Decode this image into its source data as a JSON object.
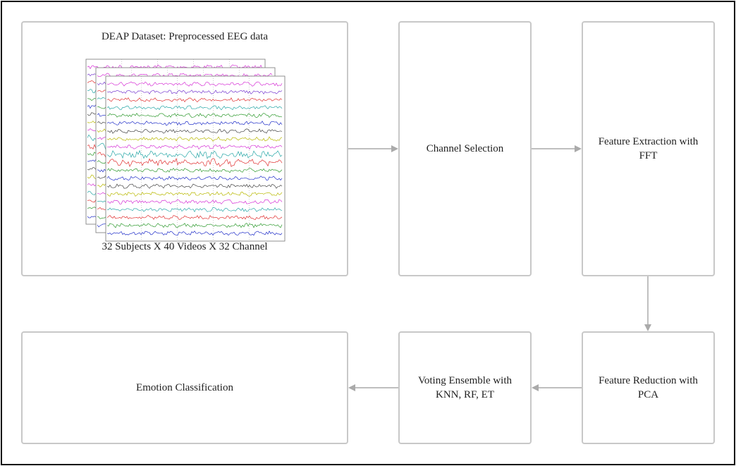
{
  "diagram": {
    "dataset": {
      "title": "DEAP Dataset: Preprocessed EEG data",
      "caption": "32 Subjects X 40 Videos X 32 Channel"
    },
    "channel_selection": "Channel Selection",
    "feature_extraction": "Feature Extraction with FFT",
    "feature_reduction": "Feature Reduction with PCA",
    "voting_ensemble": "Voting Ensemble with KNN, RF, ET",
    "emotion_classification": "Emotion Classification"
  },
  "eeg_trace_colors": [
    "#d633d6",
    "#7a3fd1",
    "#e03030",
    "#2aa8a8",
    "#2f9a2f",
    "#2230c9",
    "#444444",
    "#b8b800",
    "#d633d6",
    "#2aa8a8",
    "#e03030",
    "#2f9a2f",
    "#2230c9",
    "#444444",
    "#b8b800",
    "#d633d6",
    "#2aa8a8",
    "#e03030",
    "#2f9a2f",
    "#2230c9"
  ],
  "colors": {
    "box_border": "#c8c8c8",
    "arrow": "#aaaaaa",
    "frame": "#111111"
  }
}
